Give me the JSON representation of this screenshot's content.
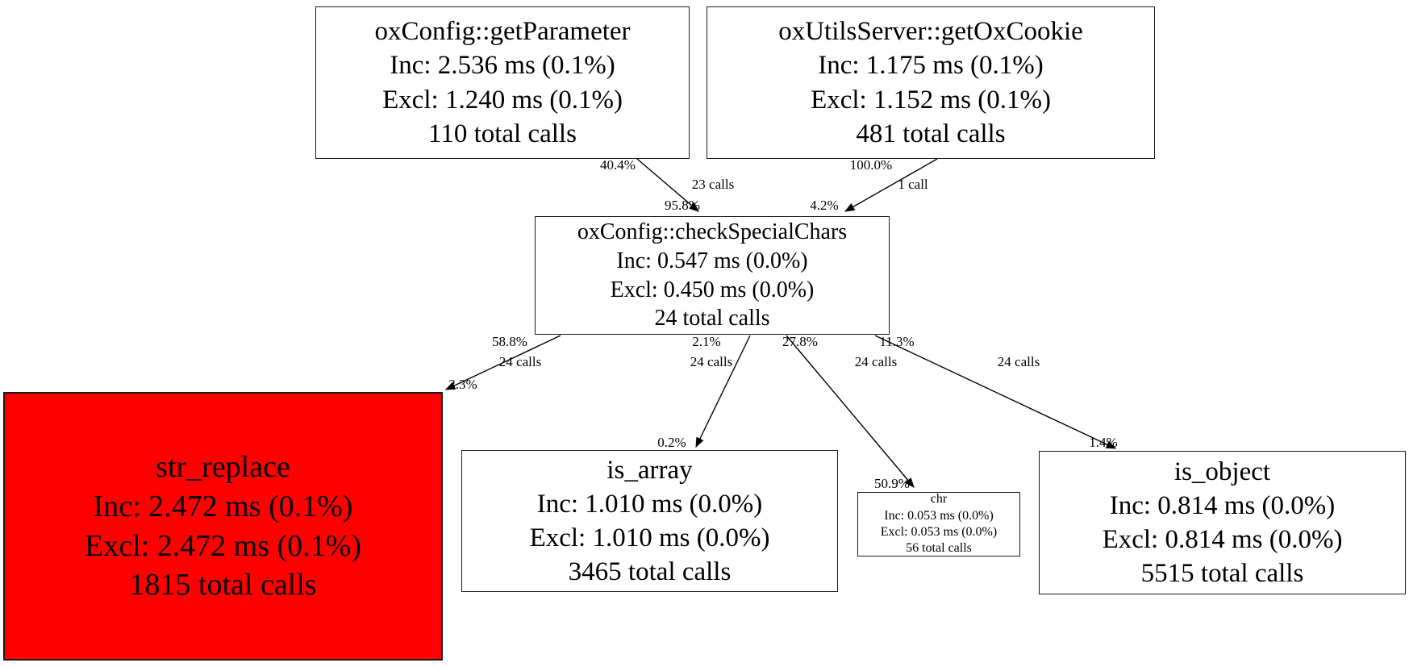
{
  "diagram": {
    "type": "call-graph",
    "background_color": "#ffffff",
    "node_fill_color": "#ffffff",
    "highlight_fill_color": "#ff0000",
    "border_color": "#1a1a1a",
    "text_color": "#000000",
    "nodes": [
      {
        "id": "oxConfig::getParameter",
        "title": "oxConfig::getParameter",
        "inc": "Inc: 2.536 ms (0.1%)",
        "excl": "Excl: 1.240 ms (0.1%)",
        "calls": "110 total calls",
        "highlighted": false
      },
      {
        "id": "oxUtilsServer::getOxCookie",
        "title": "oxUtilsServer::getOxCookie",
        "inc": "Inc: 1.175 ms (0.1%)",
        "excl": "Excl: 1.152 ms (0.1%)",
        "calls": "481 total calls",
        "highlighted": false
      },
      {
        "id": "oxConfig::checkSpecialChars",
        "title": "oxConfig::checkSpecialChars",
        "inc": "Inc: 0.547 ms (0.0%)",
        "excl": "Excl: 0.450 ms (0.0%)",
        "calls": "24 total calls",
        "highlighted": false
      },
      {
        "id": "str_replace",
        "title": "str_replace",
        "inc": "Inc: 2.472 ms (0.1%)",
        "excl": "Excl: 2.472 ms (0.1%)",
        "calls": "1815 total calls",
        "highlighted": true
      },
      {
        "id": "is_array",
        "title": "is_array",
        "inc": "Inc: 1.010 ms (0.0%)",
        "excl": "Excl: 1.010 ms (0.0%)",
        "calls": "3465 total calls",
        "highlighted": false
      },
      {
        "id": "chr",
        "title": "chr",
        "inc": "Inc: 0.053 ms (0.0%)",
        "excl": "Excl: 0.053 ms (0.0%)",
        "calls": "56 total calls",
        "highlighted": false
      },
      {
        "id": "is_object",
        "title": "is_object",
        "inc": "Inc: 0.814 ms (0.0%)",
        "excl": "Excl: 0.814 ms (0.0%)",
        "calls": "5515 total calls",
        "highlighted": false
      }
    ],
    "edges": [
      {
        "from": "oxConfig::getParameter",
        "to": "oxConfig::checkSpecialChars",
        "tail_pct": "40.4%",
        "calls": "23 calls",
        "head_pct": "95.8%"
      },
      {
        "from": "oxUtilsServer::getOxCookie",
        "to": "oxConfig::checkSpecialChars",
        "tail_pct": "100.0%",
        "calls": "1 call",
        "head_pct": "4.2%"
      },
      {
        "from": "oxConfig::checkSpecialChars",
        "to": "str_replace",
        "tail_pct": "58.8%",
        "calls": "24 calls",
        "head_pct": "2.3%"
      },
      {
        "from": "oxConfig::checkSpecialChars",
        "to": "is_array",
        "tail_pct": "2.1%",
        "calls": "24 calls",
        "head_pct": "0.2%"
      },
      {
        "from": "oxConfig::checkSpecialChars",
        "to": "chr",
        "tail_pct": "27.8%",
        "calls": "24 calls",
        "head_pct": "50.9%"
      },
      {
        "from": "oxConfig::checkSpecialChars",
        "to": "is_object",
        "tail_pct": "11.3%",
        "calls": "24 calls",
        "head_pct": "1.4%"
      }
    ]
  }
}
